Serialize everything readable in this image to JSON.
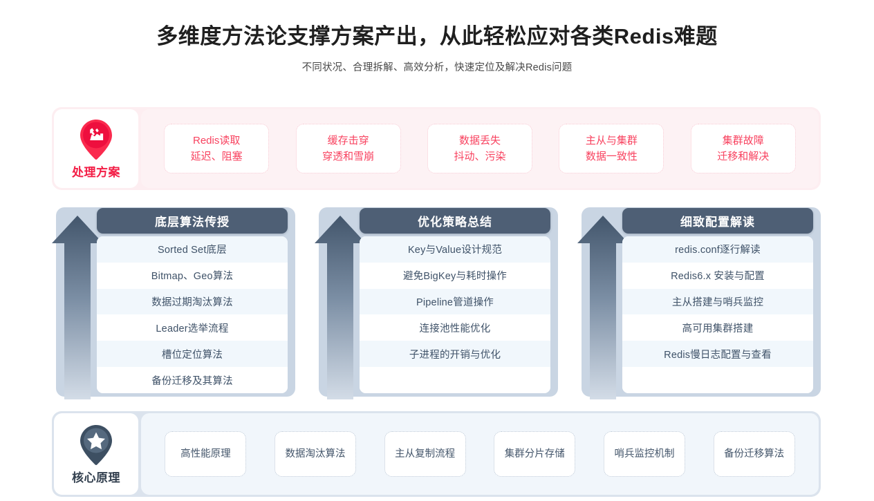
{
  "header": {
    "title": "多维度方法论支撑方案产出，从此轻松应对各类Redis难题",
    "subtitle": "不同状况、合理拆解、高效分析，快速定位及解决Redis问题"
  },
  "solution_band": {
    "icon_name": "tools-map-pin-icon",
    "label": "处理方案",
    "accent_color": "#f31e46",
    "background": "#fdeef1",
    "chips": [
      {
        "line1": "Redis读取",
        "line2": "延迟、阻塞"
      },
      {
        "line1": "缓存击穿",
        "line2": "穿透和雪崩"
      },
      {
        "line1": "数据丢失",
        "line2": "抖动、污染"
      },
      {
        "line1": "主从与集群",
        "line2": "数据一致性"
      },
      {
        "line1": "集群故障",
        "line2": "迁移和解决"
      }
    ]
  },
  "columns": [
    {
      "title": "底层算法传授",
      "icon_name": "up-arrow-icon",
      "items": [
        "Sorted Set底层",
        "Bitmap、Geo算法",
        "数据过期淘汰算法",
        "Leader选举流程",
        "槽位定位算法",
        "备份迁移及其算法"
      ]
    },
    {
      "title": "优化策略总结",
      "icon_name": "up-arrow-icon",
      "items": [
        "Key与Value设计规范",
        "避免BigKey与耗时操作",
        "Pipeline管道操作",
        "连接池性能优化",
        "子进程的开销与优化",
        ""
      ]
    },
    {
      "title": "细致配置解读",
      "icon_name": "up-arrow-icon",
      "items": [
        "redis.conf逐行解读",
        "Redis6.x 安装与配置",
        "主从搭建与哨兵监控",
        "高可用集群搭建",
        "Redis慢日志配置与查看",
        ""
      ]
    }
  ],
  "principle_band": {
    "icon_name": "star-map-pin-icon",
    "label": "核心原理",
    "accent_color": "#33404f",
    "background": "#dbe3ed",
    "chips": [
      {
        "line1": "高性能原理",
        "line2": ""
      },
      {
        "line1": "数据淘汰算法",
        "line2": ""
      },
      {
        "line1": "主从复制流程",
        "line2": ""
      },
      {
        "line1": "集群分片存储",
        "line2": ""
      },
      {
        "line1": "哨兵监控机制",
        "line2": ""
      },
      {
        "line1": "备份迁移算法",
        "line2": ""
      }
    ]
  }
}
